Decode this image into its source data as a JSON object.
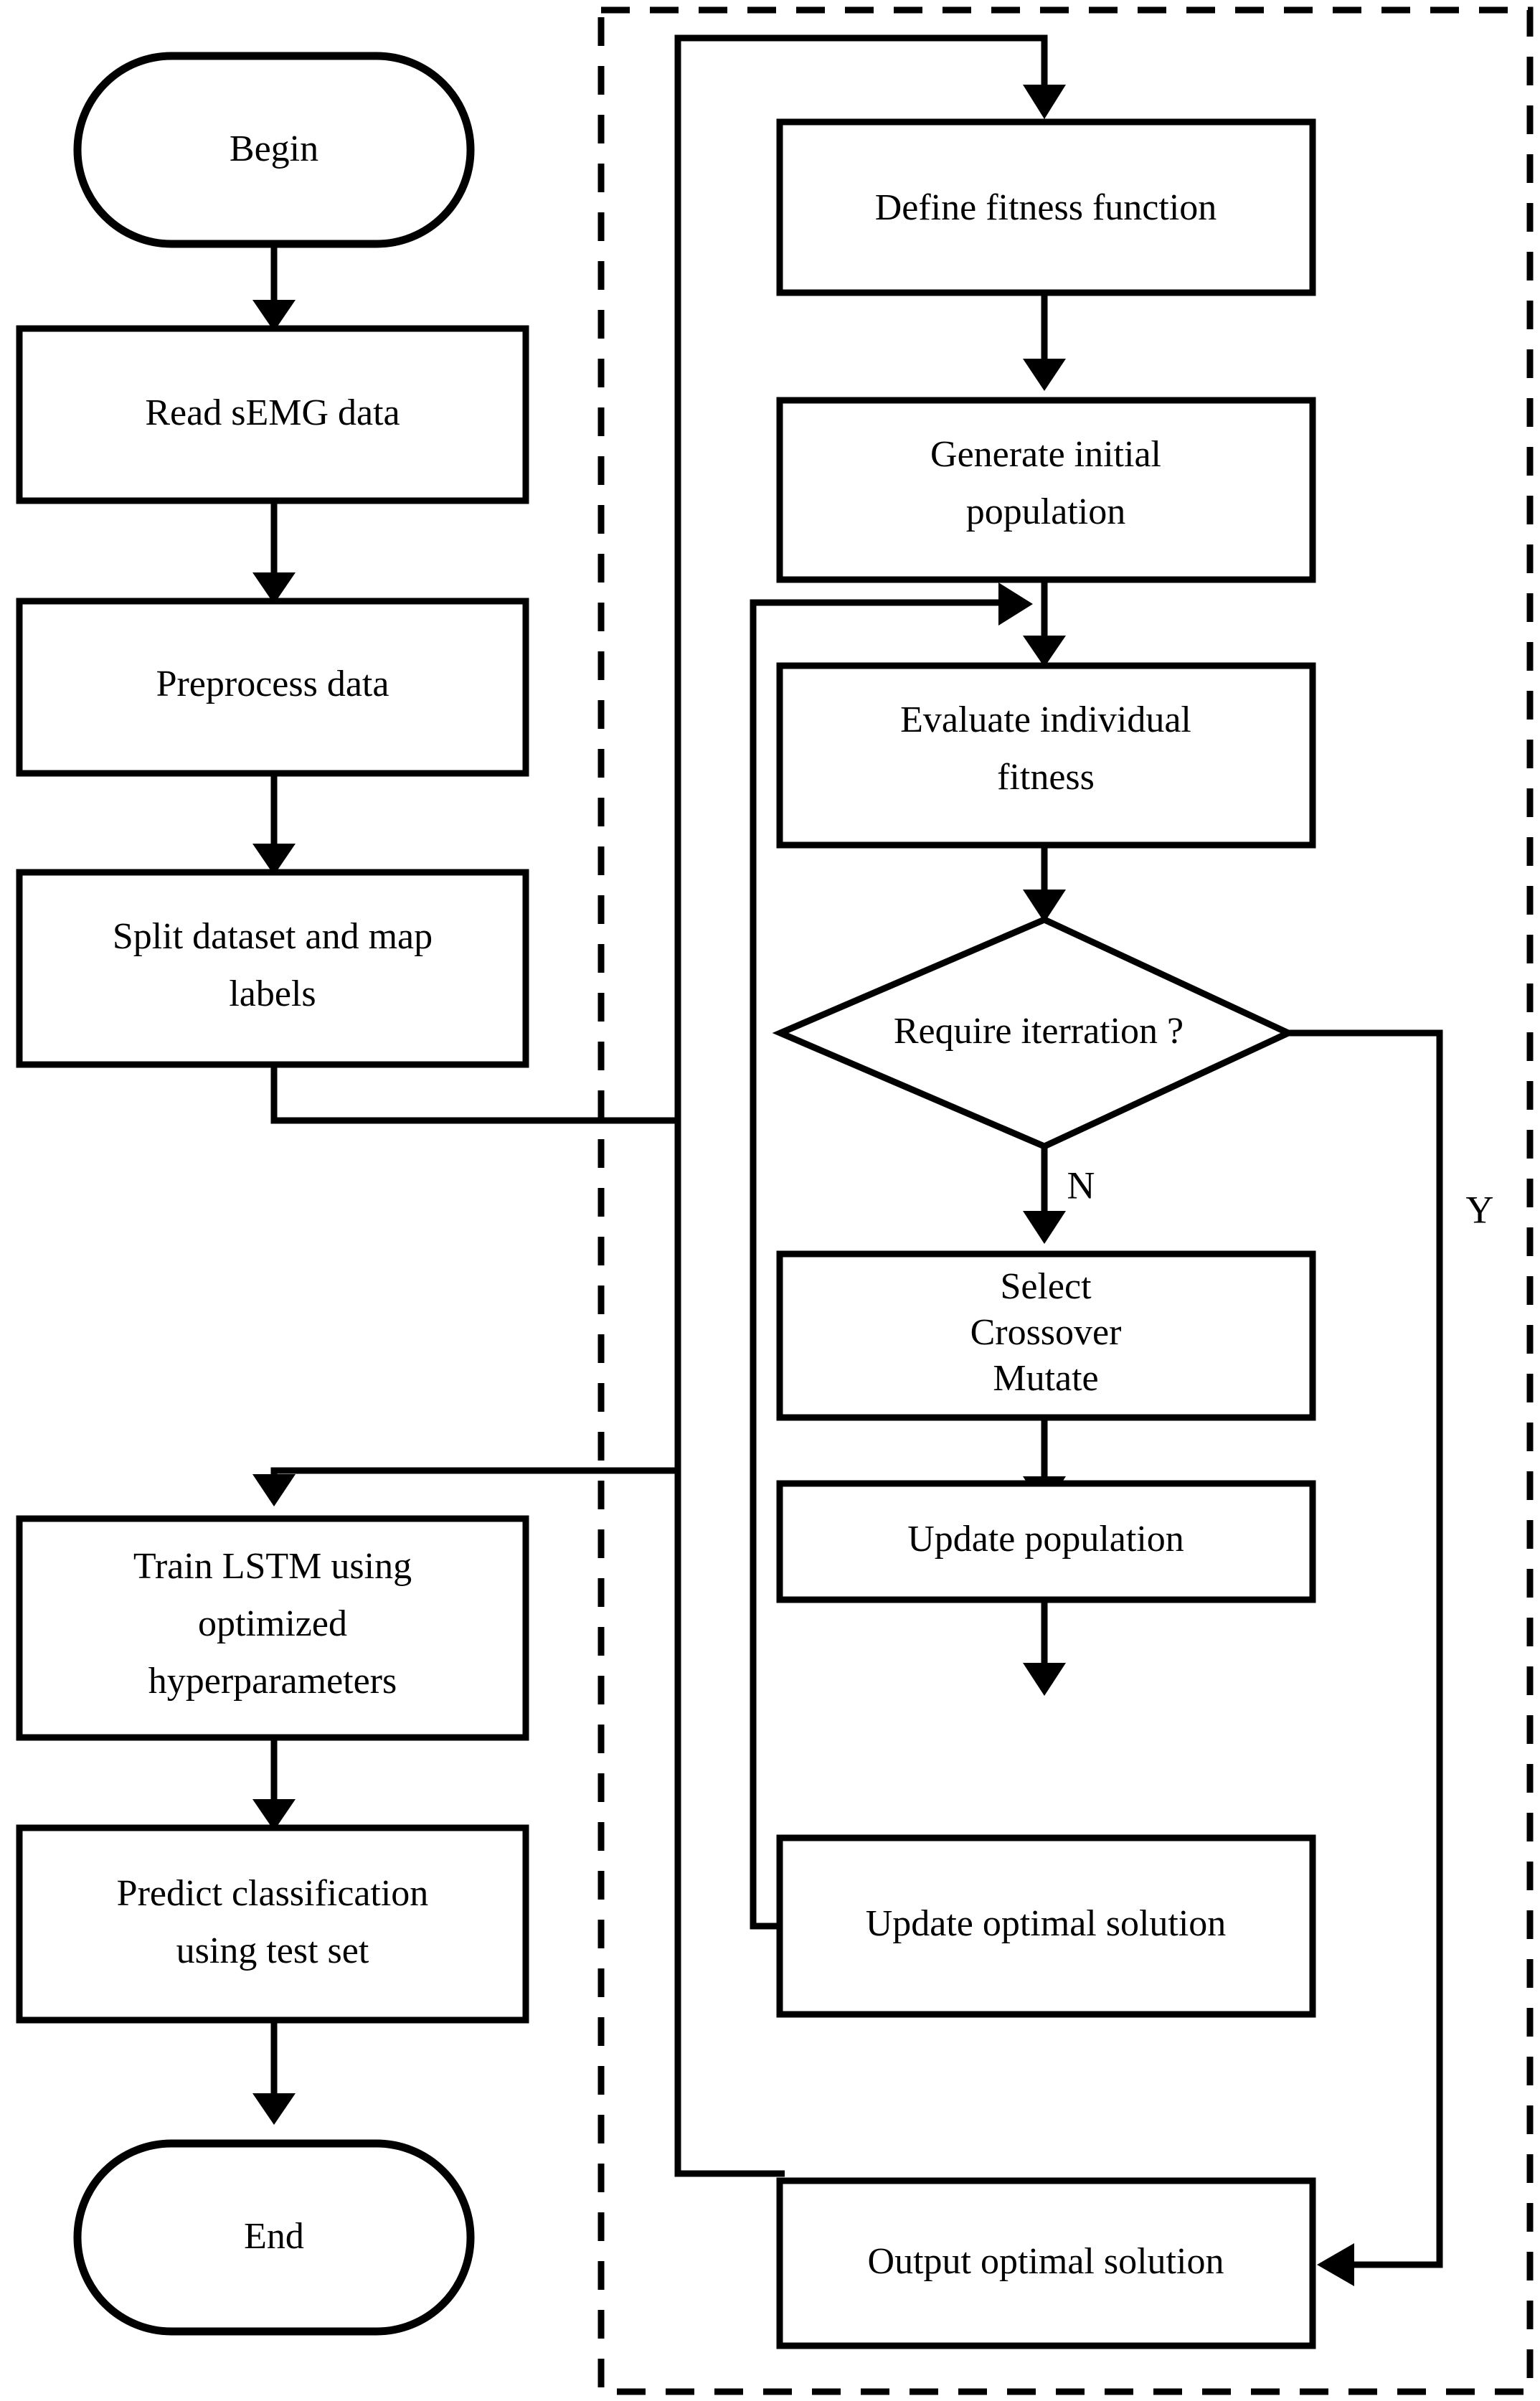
{
  "diagram": {
    "type": "flowchart",
    "title": "",
    "orientation": "two-column",
    "colors": {
      "stroke": "#000000",
      "fill": "#ffffff",
      "background": "#ffffff"
    },
    "group": {
      "name": "genetic-algorithm-group",
      "border_style": "dashed"
    },
    "nodes": {
      "begin": {
        "label": "Begin",
        "shape": "terminator"
      },
      "read_semg": {
        "label": "Read sEMG data",
        "shape": "process"
      },
      "preprocess": {
        "label": "Preprocess data",
        "shape": "process"
      },
      "split_dataset": {
        "label": "Split dataset and map\nlabels",
        "line1": "Split dataset and map",
        "line2": "labels",
        "shape": "process"
      },
      "train_lstm": {
        "label": "Train LSTM using optimized hyperparameters",
        "line1": "Train LSTM using",
        "line2": "optimized",
        "line3": "hyperparameters",
        "shape": "process"
      },
      "predict": {
        "label": "Predict classification using test set",
        "line1": "Predict classification",
        "line2": "using test set",
        "shape": "process"
      },
      "end": {
        "label": "End",
        "shape": "terminator"
      },
      "define_fitness": {
        "label": "Define fitness function",
        "shape": "process"
      },
      "generate_population": {
        "label": "Generate initial population",
        "line1": "Generate initial",
        "line2": "population",
        "shape": "process"
      },
      "evaluate_fitness": {
        "label": "Evaluate individual fitness",
        "line1": "Evaluate individual",
        "line2": "fitness",
        "shape": "process"
      },
      "require_iteration": {
        "label": "Require iterration ?",
        "shape": "decision"
      },
      "select_crossover_mutate": {
        "label": "Select Crossover Mutate",
        "line1": "Select",
        "line2": "Crossover",
        "line3": "Mutate",
        "shape": "process"
      },
      "update_population": {
        "label": "Update population",
        "shape": "process"
      },
      "update_optimal": {
        "label": "Update optimal solution",
        "shape": "process"
      },
      "output_optimal": {
        "label": "Output optimal solution",
        "shape": "process"
      }
    },
    "branch_labels": {
      "no": "N",
      "yes": "Y"
    },
    "edges": [
      {
        "from": "begin",
        "to": "read_semg",
        "label": ""
      },
      {
        "from": "read_semg",
        "to": "preprocess",
        "label": ""
      },
      {
        "from": "preprocess",
        "to": "split_dataset",
        "label": ""
      },
      {
        "from": "split_dataset",
        "to": "define_fitness",
        "label": ""
      },
      {
        "from": "define_fitness",
        "to": "generate_population",
        "label": ""
      },
      {
        "from": "generate_population",
        "to": "evaluate_fitness",
        "label": ""
      },
      {
        "from": "evaluate_fitness",
        "to": "require_iteration",
        "label": ""
      },
      {
        "from": "require_iteration",
        "to": "select_crossover_mutate",
        "label": "N"
      },
      {
        "from": "require_iteration",
        "to": "output_optimal",
        "label": "Y"
      },
      {
        "from": "select_crossover_mutate",
        "to": "update_population",
        "label": ""
      },
      {
        "from": "update_population",
        "to": "update_optimal",
        "label": ""
      },
      {
        "from": "update_optimal",
        "to": "evaluate_fitness",
        "label": ""
      },
      {
        "from": "output_optimal",
        "to": "train_lstm",
        "label": ""
      },
      {
        "from": "train_lstm",
        "to": "predict",
        "label": ""
      },
      {
        "from": "predict",
        "to": "end",
        "label": ""
      }
    ]
  }
}
